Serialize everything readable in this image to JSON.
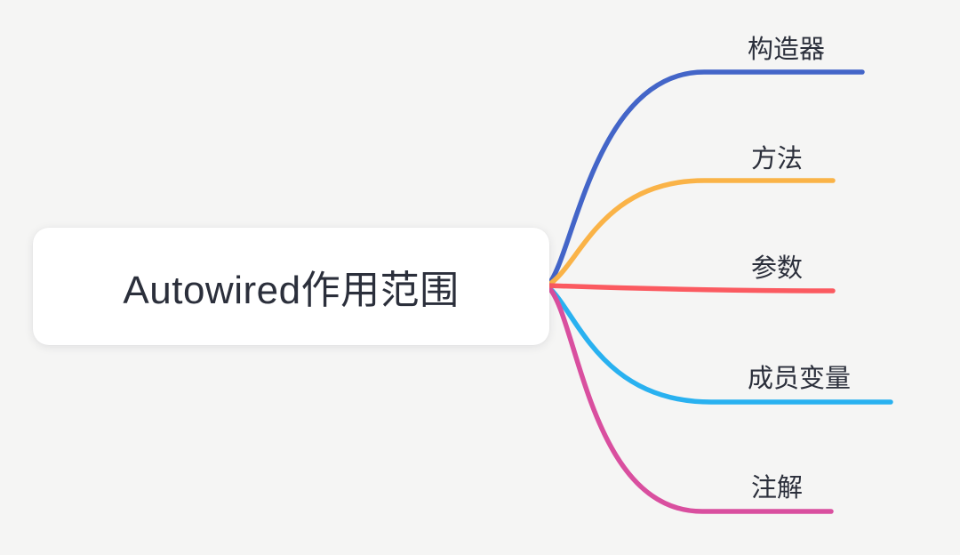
{
  "canvas": {
    "background_color": "#f5f5f4"
  },
  "central_node": {
    "label": "Autowired作用范围",
    "background_color": "#ffffff",
    "text_color": "#2b2f3b"
  },
  "branches": [
    {
      "id": "constructor",
      "label": "构造器",
      "color": "#4365c8"
    },
    {
      "id": "method",
      "label": "方法",
      "color": "#fab347"
    },
    {
      "id": "parameter",
      "label": "参数",
      "color": "#fb5a60"
    },
    {
      "id": "member-variable",
      "label": "成员变量",
      "color": "#29b1f0"
    },
    {
      "id": "annotation",
      "label": "注解",
      "color": "#d94f9f"
    }
  ]
}
